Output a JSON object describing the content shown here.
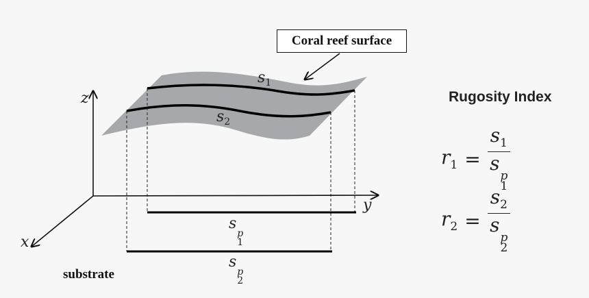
{
  "callout": {
    "text": "Coral reef surface"
  },
  "heading": "Rugosity Index",
  "substrate_label": "substrate",
  "axes": {
    "x": "x",
    "y": "y",
    "z": "z"
  },
  "profiles": {
    "s1": {
      "base": "s",
      "sub": "1"
    },
    "s2": {
      "base": "s",
      "sub": "2"
    },
    "s1p": {
      "base": "s",
      "sup": "p",
      "sub": "1"
    },
    "s2p": {
      "base": "s",
      "sup": "p",
      "sub": "2"
    }
  },
  "equations": [
    {
      "lhs": "r",
      "lhs_sub": "1",
      "op": "=",
      "num": "s",
      "num_sub": "1",
      "den": "s",
      "den_sup": "p",
      "den_sub": "1"
    },
    {
      "lhs": "r",
      "lhs_sub": "2",
      "op": "=",
      "num": "s",
      "num_sub": "2",
      "den": "s",
      "den_sup": "p",
      "den_sub": "2"
    }
  ],
  "colors": {
    "surface_fill": "#a6a8ab",
    "ink": "#000000",
    "background": "#f7f7f7"
  }
}
